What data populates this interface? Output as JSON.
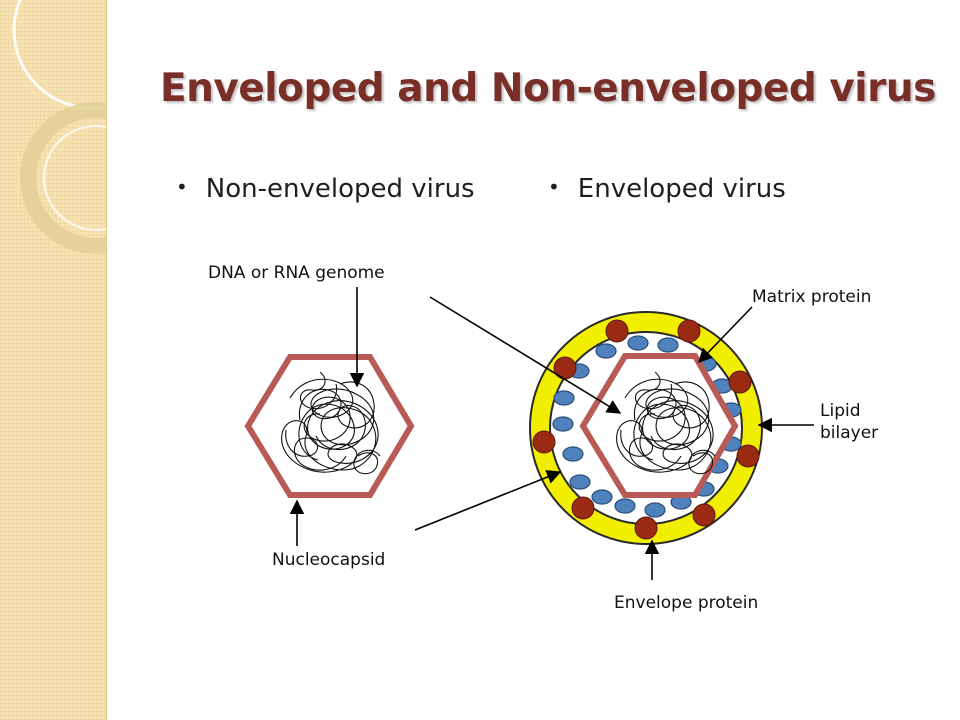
{
  "title": "Enveloped and Non-enveloped virus",
  "bullets": {
    "left": "Non-enveloped virus",
    "right": "Enveloped virus"
  },
  "labels": {
    "genome": "DNA or RNA genome",
    "matrix": "Matrix protein",
    "lipid_line1": "Lipid",
    "lipid_line2": "bilayer",
    "nucleocapsid": "Nucleocapsid",
    "envelope": "Envelope protein"
  },
  "colors": {
    "title": "#7a2e28",
    "capsid": "#b85a55",
    "lipid_bilayer": "#f2ee00",
    "envelope_protein": "#9a2a12",
    "matrix_protein": "#4f81bd",
    "side_band": "#f6e3b4"
  }
}
